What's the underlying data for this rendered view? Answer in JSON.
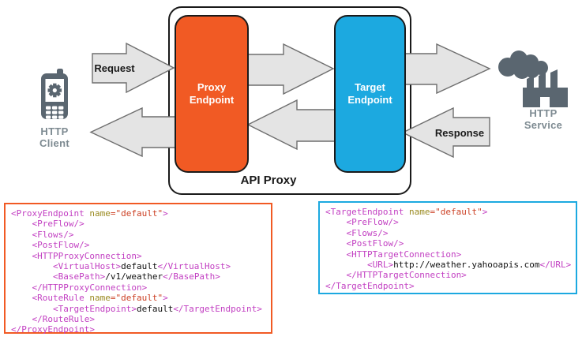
{
  "diagram": {
    "api_proxy_label": "API Proxy",
    "request_label": "Request",
    "response_label": "Response",
    "proxy_endpoint": {
      "label_line1": "Proxy",
      "label_line2": "Endpoint",
      "color": "#F15A24"
    },
    "target_endpoint": {
      "label_line1": "Target",
      "label_line2": "Endpoint",
      "color": "#1CA9E0"
    },
    "http_client": {
      "label_line1": "HTTP",
      "label_line2": "Client"
    },
    "http_service": {
      "label_line1": "HTTP",
      "label_line2": "Service"
    },
    "colors": {
      "arrow_fill": "#E4E4E4",
      "arrow_stroke": "#6E6E6E",
      "icon": "#5A6670",
      "icon_label": "#7D8A91",
      "box_border": "#1A1A1A"
    }
  },
  "syntax_colors": {
    "tag": "#C23FC2",
    "attr": "#9A8A20",
    "value": "#CC4125",
    "text": "#111111"
  },
  "code_blocks": [
    {
      "name": "proxy-endpoint-xml",
      "border_color": "#F15A24",
      "lines": [
        [
          [
            "t",
            "<ProxyEndpoint "
          ],
          [
            "a",
            "name"
          ],
          [
            "v",
            "=\"default\""
          ],
          [
            "t",
            ">"
          ]
        ],
        [
          [
            "t",
            "    <PreFlow/>"
          ]
        ],
        [
          [
            "t",
            "    <Flows/>"
          ]
        ],
        [
          [
            "t",
            "    <PostFlow/>"
          ]
        ],
        [
          [
            "t",
            "    <HTTPProxyConnection>"
          ]
        ],
        [
          [
            "t",
            "        <VirtualHost>"
          ],
          [
            "x",
            "default"
          ],
          [
            "t",
            "</VirtualHost>"
          ]
        ],
        [
          [
            "t",
            "        <BasePath>"
          ],
          [
            "x",
            "/v1/weather"
          ],
          [
            "t",
            "</BasePath>"
          ]
        ],
        [
          [
            "t",
            "    </HTTPProxyConnection>"
          ]
        ],
        [
          [
            "t",
            "    <RouteRule "
          ],
          [
            "a",
            "name"
          ],
          [
            "v",
            "=\"default\""
          ],
          [
            "t",
            ">"
          ]
        ],
        [
          [
            "t",
            "        <TargetEndpoint>"
          ],
          [
            "x",
            "default"
          ],
          [
            "t",
            "</TargetEndpoint>"
          ]
        ],
        [
          [
            "t",
            "    </RouteRule>"
          ]
        ],
        [
          [
            "t",
            "</ProxyEndpoint>"
          ]
        ]
      ]
    },
    {
      "name": "target-endpoint-xml",
      "border_color": "#1CA9E0",
      "lines": [
        [
          [
            "t",
            "<TargetEndpoint "
          ],
          [
            "a",
            "name"
          ],
          [
            "v",
            "=\"default\""
          ],
          [
            "t",
            ">"
          ]
        ],
        [
          [
            "t",
            "    <PreFlow/>"
          ]
        ],
        [
          [
            "t",
            "    <Flows/>"
          ]
        ],
        [
          [
            "t",
            "    <PostFlow/>"
          ]
        ],
        [
          [
            "t",
            "    <HTTPTargetConnection>"
          ]
        ],
        [
          [
            "t",
            "        <URL>"
          ],
          [
            "x",
            "http://weather.yahooapis.com"
          ],
          [
            "t",
            "</URL>"
          ]
        ],
        [
          [
            "t",
            "    </HTTPTargetConnection>"
          ]
        ],
        [
          [
            "t",
            "</TargetEndpoint>"
          ]
        ]
      ]
    }
  ]
}
